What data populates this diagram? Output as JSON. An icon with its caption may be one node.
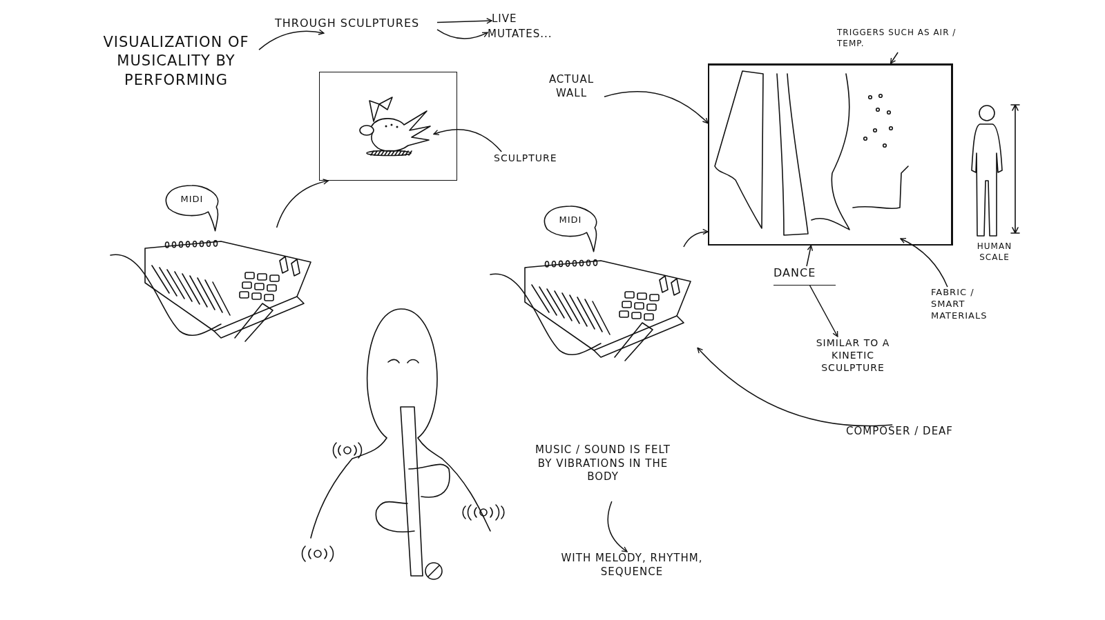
{
  "diagram": {
    "nodes": [
      {
        "text": [
          "VISUALIZATION OF MUSICALITY BY PERFORMING"
        ]
      },
      {
        "text": [
          "THROUGH SCULPTURES"
        ]
      },
      {
        "text": [
          "LIVE"
        ]
      },
      {
        "text": [
          "MUTATES..."
        ]
      },
      {
        "text": [
          "TRIGGERS SUCH AS AIR / TEMP."
        ]
      },
      {
        "text": [],
        "shape": "box"
      },
      {
        "text": [],
        "shape": "picture",
        "in": 5
      },
      {
        "text": [
          "ACTUAL WALL"
        ]
      },
      {
        "text": [],
        "shape": "box"
      },
      {
        "text": [],
        "shape": "picture",
        "in": 8
      },
      {
        "text": [
          "SCULPTURE"
        ]
      },
      {
        "text": [
          "MIDI"
        ]
      },
      {
        "text": [],
        "shape": "picture"
      },
      {
        "text": [
          "MIDI"
        ]
      },
      {
        "text": [],
        "shape": "picture"
      },
      {
        "text": [
          "DANCE"
        ]
      },
      {
        "text": [
          "FABRIC / SMART MATERIALS"
        ]
      },
      {
        "text": [
          "SIMILAR TO A KINETIC SCULPTURE"
        ]
      },
      {
        "text": [
          "COMPOSER / DEAF"
        ]
      },
      {
        "text": [
          "MUSIC / SOUND IS FELT BY VIBRATIONS IN THE BODY"
        ]
      },
      {
        "text": [
          "WITH MELODY, RHYTHM, SEQUENCE"
        ]
      }
    ],
    "edges": [
      {
        "from": 0,
        "to": 1,
        "arrow": "to"
      },
      {
        "from": 1,
        "to": 2,
        "arrow": "to"
      },
      {
        "from": 1,
        "to": 3,
        "arrow": "to"
      },
      {
        "from": 4,
        "to": 8,
        "arrow": "to"
      },
      {
        "from": 10,
        "to": 6,
        "arrow": "to"
      },
      {
        "from": 12,
        "to": 5,
        "arrow": "to"
      },
      {
        "from": 7,
        "to": 8,
        "arrow": "to"
      },
      {
        "from": 14,
        "to": 8,
        "arrow": "to"
      },
      {
        "from": 15,
        "to": 8,
        "arrow": "to"
      },
      {
        "from": 15,
        "to": 17,
        "arrow": "to"
      },
      {
        "from": 16,
        "to": 9,
        "arrow": "to"
      },
      {
        "from": 18,
        "to": 14,
        "arrow": "to"
      },
      {
        "from": 19,
        "to": 20,
        "arrow": "to"
      }
    ],
    "labels": [
      "HUMAN SCALE"
    ]
  }
}
